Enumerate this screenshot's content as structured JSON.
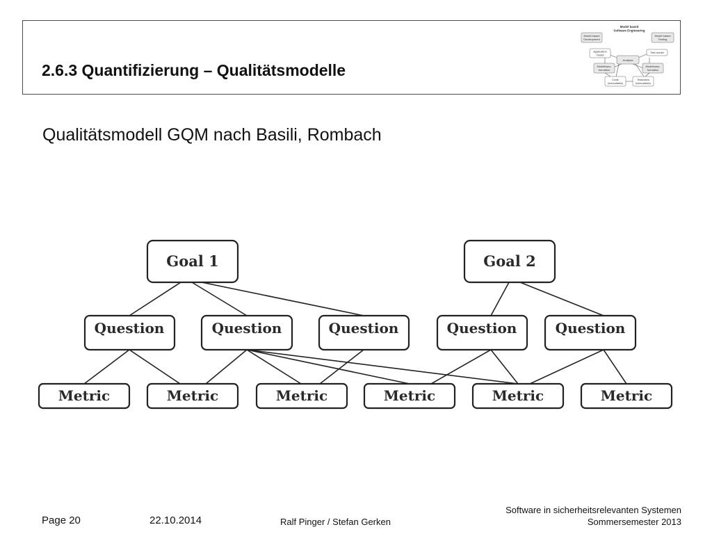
{
  "header": {
    "title": "2.6.3 Quantifizierung – Qualitätsmodelle"
  },
  "logo_diagram": {
    "title_line1": "Model based",
    "title_line2": "Software Engineering",
    "development_line1": "Model based",
    "development_line2": "Development",
    "testing_line1": "Model based",
    "testing_line2": "Testing",
    "application_line1": "Application",
    "application_line2": "model",
    "test_model": "Test model",
    "analysis": "Analysis",
    "model_transformation_left_line1": "Modeltrans-",
    "model_transformation_left_line2": "formation",
    "model_transformation_right_line1": "Modeltrans-",
    "model_transformation_right_line2": "formation",
    "code_line1": "Code",
    "code_line2": "(executable)",
    "testcases_line1": "Testcases",
    "testcases_line2": "(executable)"
  },
  "subtitle": "Qualitätsmodell GQM nach Basili, Rombach",
  "gqm": {
    "goals": [
      "Goal 1",
      "Goal 2"
    ],
    "questions": [
      "Question",
      "Question",
      "Question",
      "Question",
      "Question"
    ],
    "metrics": [
      "Metric",
      "Metric",
      "Metric",
      "Metric",
      "Metric",
      "Metric"
    ]
  },
  "footer": {
    "page": "Page 20",
    "date": "22.10.2014",
    "authors": "Ralf Pinger / Stefan Gerken",
    "course_line1": "Software in sicherheitsrelevanten Systemen",
    "course_line2": "Sommersemester 2013"
  }
}
